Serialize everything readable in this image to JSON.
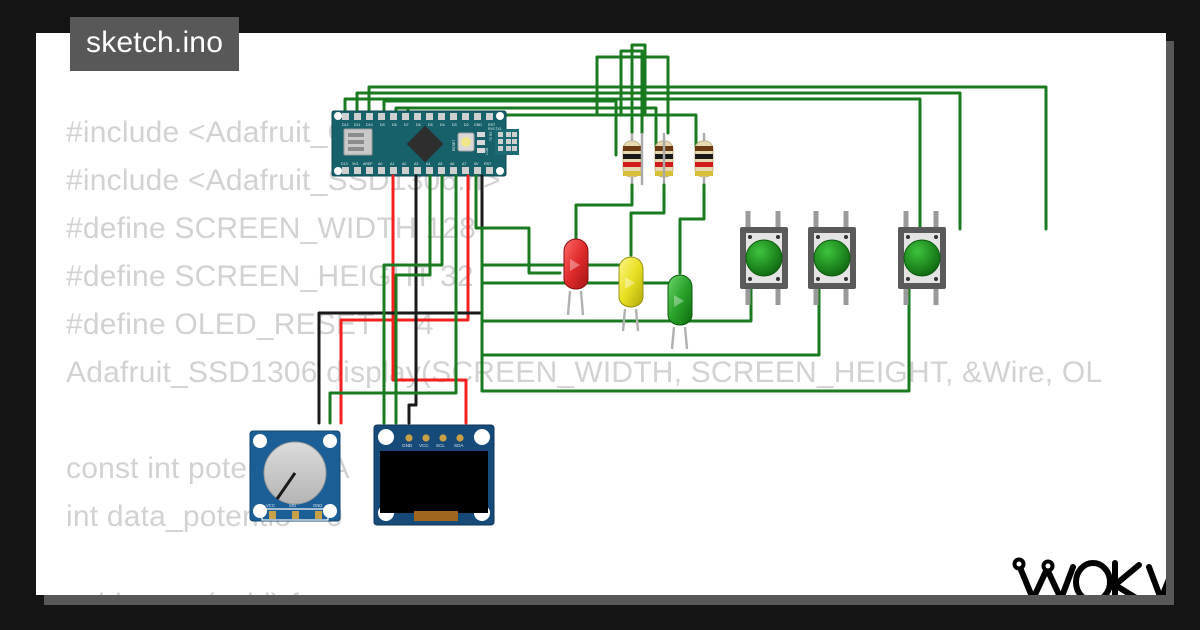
{
  "window": {
    "background_color": "#141414",
    "canvas_color": "#ffffff",
    "shadow_color": "#585858"
  },
  "tab": {
    "label": "sketch.ino",
    "background_color": "#585858",
    "text_color": "#ffffff"
  },
  "code": {
    "text_color": "#d2d2d2",
    "lines": [
      "#include <Adafruit_GFX.h>",
      "#include <Adafruit_SSD1306.h>",
      "#define SCREEN_WIDTH 128",
      "#define SCREEN_HEIGHT 32",
      "#define OLED_RESET     4",
      "Adafruit_SSD1306 display(SCREEN_WIDTH, SCREEN_HEIGHT, &Wire, OL",
      "",
      "const int potentio = A",
      "int data_potentio = 0",
      "",
      "void setup(void) {"
    ]
  },
  "logo": {
    "text": "wokwi",
    "color": "#000000"
  },
  "circuit": {
    "wire_colors": {
      "green": "#1a7a20",
      "red": "#f32020",
      "black": "#1a1a1a",
      "gray": "#9a9a9a"
    },
    "components": [
      {
        "name": "arduino-nano",
        "label": "Arduino Nano",
        "board_color": "#17616a",
        "pins_top": [
          "D12",
          "D11",
          "D10",
          "D9",
          "D8",
          "D7",
          "D6",
          "D5",
          "D4",
          "D3",
          "D2",
          "GND",
          "RST",
          "RX0",
          "TX1"
        ],
        "pins_bottom": [
          "D13",
          "3V3",
          "AREF",
          "A0",
          "A1",
          "A2",
          "A3",
          "A4",
          "A5",
          "A6",
          "A7",
          "5V",
          "RST",
          "GND",
          "VIN"
        ]
      },
      {
        "name": "oled-display",
        "label": "SSD1306 OLED 128x64",
        "board_color": "#164a78",
        "screen_color": "#000000",
        "pins": [
          "GND",
          "VCC",
          "SCL",
          "SDA"
        ]
      },
      {
        "name": "potentiometer",
        "label": "Potentiometer",
        "board_color": "#1b5f96",
        "knob_color": "#c8c8c8",
        "pins": [
          "GND",
          "SIG",
          "VCC"
        ]
      },
      {
        "name": "led-red",
        "label": "Red LED",
        "color": "#e02b2b"
      },
      {
        "name": "led-yellow",
        "label": "Yellow LED",
        "color": "#e8e022"
      },
      {
        "name": "led-green",
        "label": "Green LED",
        "color": "#2aa32a"
      },
      {
        "name": "resistor-1",
        "label": "Resistor 1k",
        "body_color": "#e6d8b0",
        "bands": [
          "#6b3a12",
          "#1a1a1a",
          "#d01c1c",
          "#d9c03a"
        ]
      },
      {
        "name": "resistor-2",
        "label": "Resistor 1k",
        "body_color": "#e6d8b0",
        "bands": [
          "#6b3a12",
          "#1a1a1a",
          "#d01c1c",
          "#d9c03a"
        ]
      },
      {
        "name": "resistor-3",
        "label": "Resistor 1k",
        "body_color": "#e6d8b0",
        "bands": [
          "#6b3a12",
          "#1a1a1a",
          "#d01c1c",
          "#d9c03a"
        ]
      },
      {
        "name": "pushbutton-1",
        "label": "Pushbutton",
        "cap_color": "#1f8a1f",
        "body_color": "#5a5a5a"
      },
      {
        "name": "pushbutton-2",
        "label": "Pushbutton",
        "cap_color": "#1f8a1f",
        "body_color": "#5a5a5a"
      },
      {
        "name": "pushbutton-3",
        "label": "Pushbutton",
        "cap_color": "#1f8a1f",
        "body_color": "#5a5a5a"
      }
    ]
  }
}
